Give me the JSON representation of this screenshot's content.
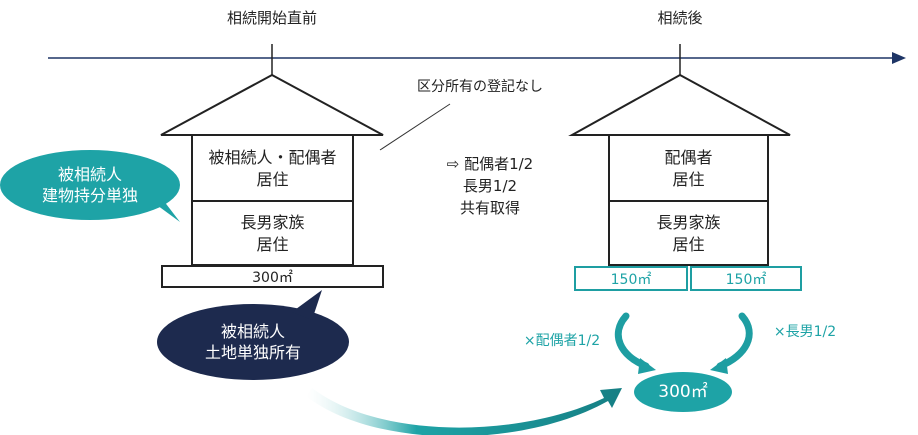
{
  "timeline": {
    "before_label": "相続開始直前",
    "after_label": "相続後"
  },
  "no_division_note": "区分所有の登記なし",
  "left_house": {
    "upper_room": [
      "被相続人・配偶者",
      "居住"
    ],
    "lower_room": [
      "長男家族",
      "居住"
    ],
    "land": "300㎡"
  },
  "transfer_note": [
    "⇨ 配偶者1/2",
    "長男1/2",
    "共有取得"
  ],
  "right_house": {
    "upper_room": [
      "配偶者",
      "居住"
    ],
    "lower_room": [
      "長男家族",
      "居住"
    ],
    "land_left": "150㎡",
    "land_right": "150㎡"
  },
  "bubbles": {
    "building": [
      "被相続人",
      "建物持分単独"
    ],
    "land": [
      "被相続人",
      "土地単独所有"
    ],
    "total": "300㎡"
  },
  "shares": {
    "spouse": "×配偶者1/2",
    "son": "×長男1/2"
  },
  "colors": {
    "teal": "#1ea3a6",
    "navy": "#1d2a4e",
    "line": "#222222",
    "arrow": "#1e3566"
  }
}
